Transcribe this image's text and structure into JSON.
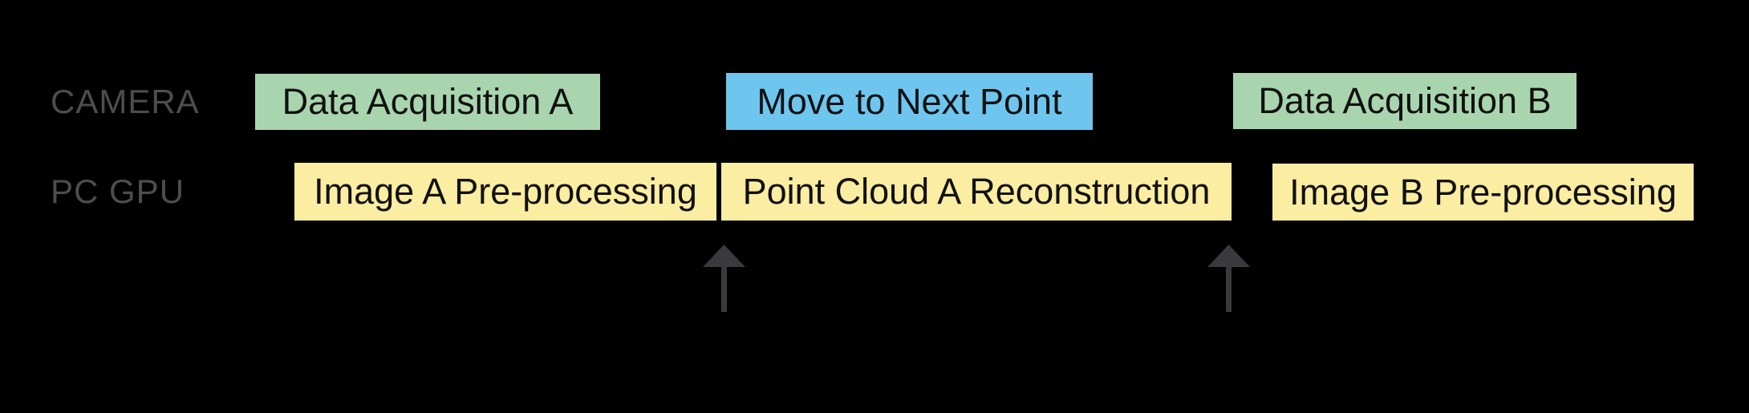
{
  "diagram": {
    "background_color": "#000000",
    "rows": [
      {
        "name": "CAMERA",
        "blocks": [
          {
            "label": "Data Acquisition A",
            "color": "#a9d5ae"
          },
          {
            "label": "Move to Next Point",
            "color": "#6ec6ef"
          },
          {
            "label": "Data Acquisition B",
            "color": "#a9d5ae"
          }
        ]
      },
      {
        "name": "PC GPU",
        "blocks": [
          {
            "label": "Image A Pre-processing",
            "color": "#fbeda1"
          },
          {
            "label": "Point Cloud A Reconstruction",
            "color": "#fbeda1"
          },
          {
            "label": "Image B Pre-processing",
            "color": "#fbeda1"
          }
        ]
      }
    ],
    "arrows": [
      {
        "direction": "up",
        "points_at": "start of Point Cloud A Reconstruction",
        "color": "#3a3a3e"
      },
      {
        "direction": "up",
        "points_at": "end of Point Cloud A Reconstruction",
        "color": "#3a3a3e"
      }
    ],
    "colors": {
      "green_block": "#a9d5ae",
      "blue_block": "#6ec6ef",
      "yellow_block": "#fbeda1",
      "row_label_gray": "#4d4d4d",
      "arrow_gray": "#3a3a3e",
      "block_text": "#111111"
    }
  }
}
